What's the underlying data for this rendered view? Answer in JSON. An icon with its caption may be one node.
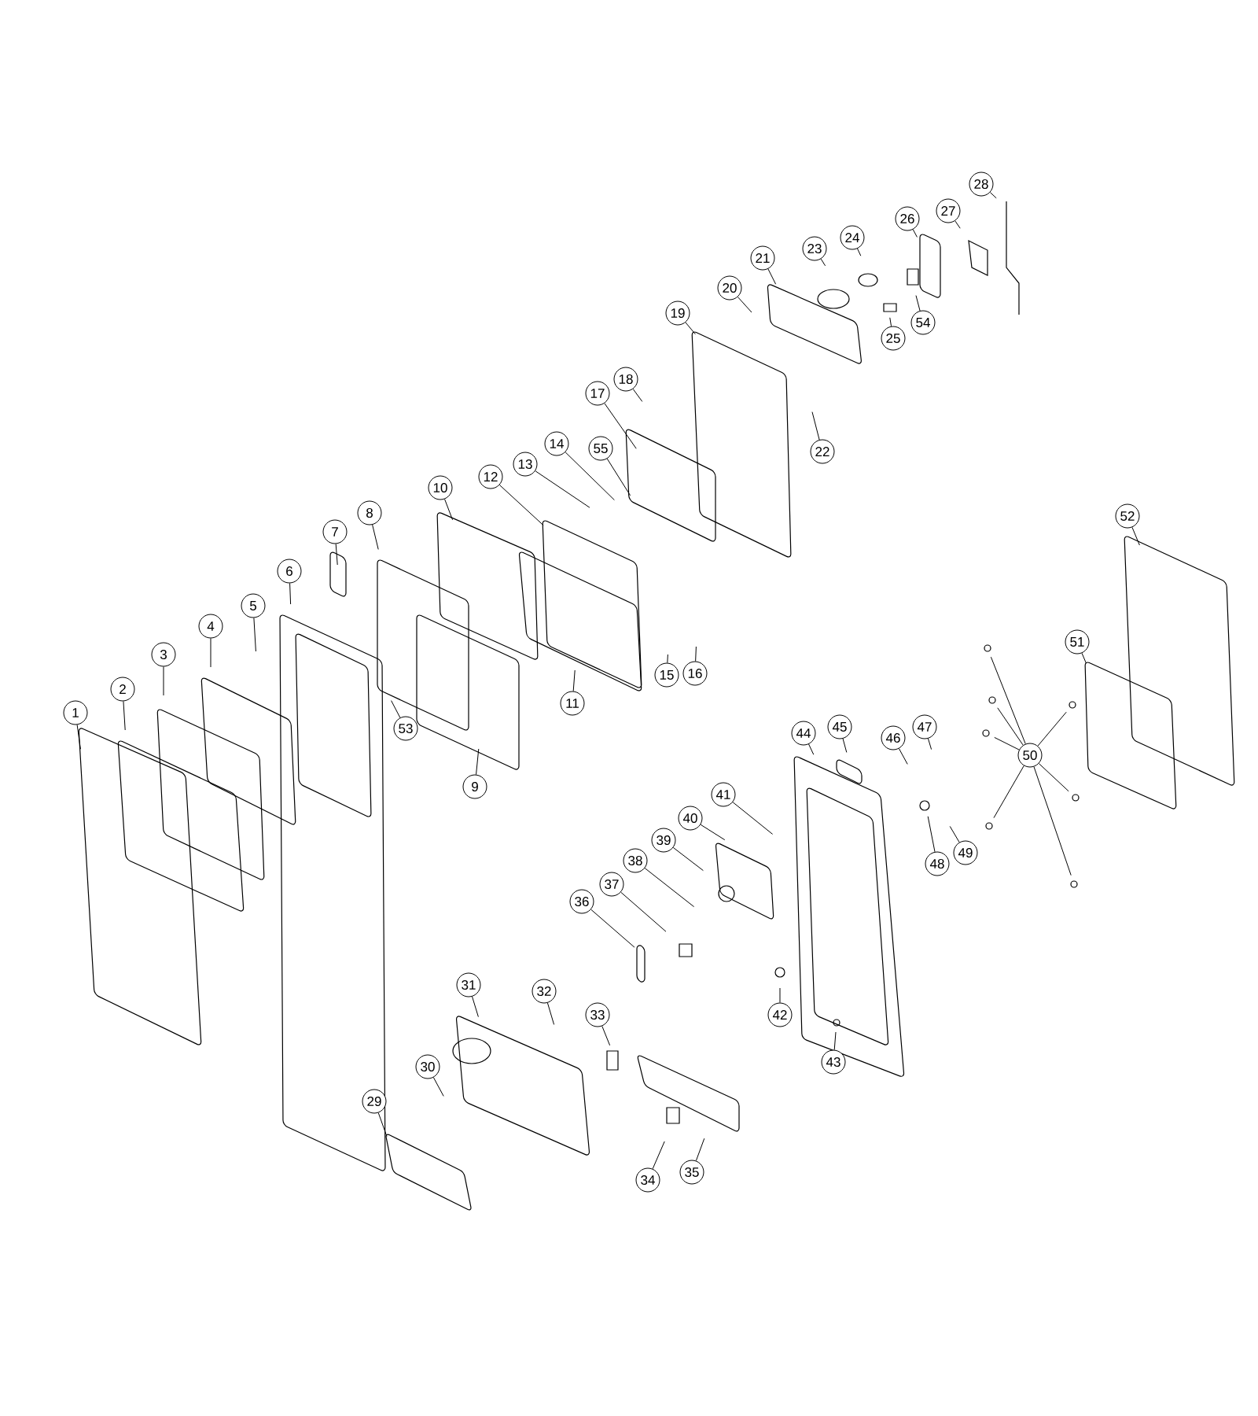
{
  "diagram": {
    "nodes": [
      {
        "text": [
          "1"
        ]
      },
      {
        "text": [
          "2"
        ]
      },
      {
        "text": [
          "3"
        ]
      },
      {
        "text": [
          "4"
        ]
      },
      {
        "text": [
          "5"
        ]
      },
      {
        "text": [
          "6"
        ]
      },
      {
        "text": [
          "7"
        ]
      },
      {
        "text": [
          "8"
        ]
      },
      {
        "text": [
          "9"
        ]
      },
      {
        "text": [
          "10"
        ]
      },
      {
        "text": [
          "11"
        ]
      },
      {
        "text": [
          "12"
        ]
      },
      {
        "text": [
          "13"
        ]
      },
      {
        "text": [
          "14"
        ]
      },
      {
        "text": [
          "15"
        ]
      },
      {
        "text": [
          "16"
        ]
      },
      {
        "text": [
          "17"
        ]
      },
      {
        "text": [
          "18"
        ]
      },
      {
        "text": [
          "19"
        ]
      },
      {
        "text": [
          "20"
        ]
      },
      {
        "text": [
          "21"
        ]
      },
      {
        "text": [
          "22"
        ]
      },
      {
        "text": [
          "23"
        ]
      },
      {
        "text": [
          "24"
        ]
      },
      {
        "text": [
          "25"
        ]
      },
      {
        "text": [
          "26"
        ]
      },
      {
        "text": [
          "27"
        ]
      },
      {
        "text": [
          "28"
        ]
      },
      {
        "text": [
          "29"
        ]
      },
      {
        "text": [
          "30"
        ]
      },
      {
        "text": [
          "31"
        ]
      },
      {
        "text": [
          "32"
        ]
      },
      {
        "text": [
          "33"
        ]
      },
      {
        "text": [
          "34"
        ]
      },
      {
        "text": [
          "35"
        ]
      },
      {
        "text": [
          "36"
        ]
      },
      {
        "text": [
          "37"
        ]
      },
      {
        "text": [
          "38"
        ]
      },
      {
        "text": [
          "39"
        ]
      },
      {
        "text": [
          "40"
        ]
      },
      {
        "text": [
          "41"
        ]
      },
      {
        "text": [
          "42"
        ]
      },
      {
        "text": [
          "43"
        ]
      },
      {
        "text": [
          "44"
        ]
      },
      {
        "text": [
          "45"
        ]
      },
      {
        "text": [
          "46"
        ]
      },
      {
        "text": [
          "47"
        ]
      },
      {
        "text": [
          "48"
        ]
      },
      {
        "text": [
          "49"
        ]
      },
      {
        "text": [
          "50"
        ]
      },
      {
        "text": [
          "51"
        ]
      },
      {
        "text": [
          "52"
        ]
      },
      {
        "text": [
          "53"
        ]
      },
      {
        "text": [
          "54"
        ]
      },
      {
        "text": [
          "55"
        ]
      }
    ],
    "edges": [
      {
        "from": 0,
        "to": null,
        "arrow": "none"
      },
      {
        "from": 1,
        "to": null,
        "arrow": "none"
      },
      {
        "from": 2,
        "to": null,
        "arrow": "none"
      },
      {
        "from": 3,
        "to": null,
        "arrow": "none"
      },
      {
        "from": 4,
        "to": null,
        "arrow": "none"
      },
      {
        "from": 5,
        "to": null,
        "arrow": "none"
      },
      {
        "from": 6,
        "to": null,
        "arrow": "none"
      },
      {
        "from": 7,
        "to": null,
        "arrow": "none"
      },
      {
        "from": 8,
        "to": null,
        "arrow": "none"
      },
      {
        "from": 9,
        "to": null,
        "arrow": "none"
      },
      {
        "from": 10,
        "to": null,
        "arrow": "none"
      },
      {
        "from": 11,
        "to": null,
        "arrow": "none"
      },
      {
        "from": 12,
        "to": null,
        "arrow": "none"
      },
      {
        "from": 13,
        "to": null,
        "arrow": "none"
      },
      {
        "from": 14,
        "to": null,
        "arrow": "none"
      },
      {
        "from": 15,
        "to": null,
        "arrow": "none"
      },
      {
        "from": 16,
        "to": null,
        "arrow": "none"
      },
      {
        "from": 17,
        "to": null,
        "arrow": "none"
      },
      {
        "from": 18,
        "to": null,
        "arrow": "none"
      },
      {
        "from": 19,
        "to": null,
        "arrow": "none"
      },
      {
        "from": 20,
        "to": null,
        "arrow": "none"
      },
      {
        "from": 21,
        "to": null,
        "arrow": "none"
      },
      {
        "from": 22,
        "to": null,
        "arrow": "none"
      },
      {
        "from": 23,
        "to": null,
        "arrow": "none"
      },
      {
        "from": 24,
        "to": null,
        "arrow": "none"
      },
      {
        "from": 25,
        "to": null,
        "arrow": "none"
      },
      {
        "from": 26,
        "to": null,
        "arrow": "none"
      },
      {
        "from": 27,
        "to": null,
        "arrow": "none"
      },
      {
        "from": 28,
        "to": null,
        "arrow": "none"
      },
      {
        "from": 29,
        "to": null,
        "arrow": "none"
      },
      {
        "from": 30,
        "to": null,
        "arrow": "none"
      },
      {
        "from": 31,
        "to": null,
        "arrow": "none"
      },
      {
        "from": 32,
        "to": null,
        "arrow": "none"
      },
      {
        "from": 33,
        "to": null,
        "arrow": "none"
      },
      {
        "from": 34,
        "to": null,
        "arrow": "none"
      },
      {
        "from": 35,
        "to": null,
        "arrow": "none"
      },
      {
        "from": 36,
        "to": null,
        "arrow": "none"
      },
      {
        "from": 37,
        "to": null,
        "arrow": "none"
      },
      {
        "from": 38,
        "to": null,
        "arrow": "none"
      },
      {
        "from": 39,
        "to": null,
        "arrow": "none"
      },
      {
        "from": 40,
        "to": null,
        "arrow": "none"
      },
      {
        "from": 41,
        "to": null,
        "arrow": "none"
      },
      {
        "from": 42,
        "to": null,
        "arrow": "none"
      },
      {
        "from": 43,
        "to": null,
        "arrow": "none"
      },
      {
        "from": 44,
        "to": null,
        "arrow": "none"
      },
      {
        "from": 45,
        "to": null,
        "arrow": "none"
      },
      {
        "from": 46,
        "to": null,
        "arrow": "none"
      },
      {
        "from": 47,
        "to": null,
        "arrow": "none"
      },
      {
        "from": 48,
        "to": null,
        "arrow": "none"
      },
      {
        "from": 49,
        "to": null,
        "arrow": "none"
      },
      {
        "from": 49,
        "to": null,
        "arrow": "none"
      },
      {
        "from": 49,
        "to": null,
        "arrow": "none"
      },
      {
        "from": 49,
        "to": null,
        "arrow": "none"
      },
      {
        "from": 49,
        "to": null,
        "arrow": "none"
      },
      {
        "from": 49,
        "to": null,
        "arrow": "none"
      },
      {
        "from": 49,
        "to": null,
        "arrow": "none"
      },
      {
        "from": 50,
        "to": null,
        "arrow": "none"
      },
      {
        "from": 51,
        "to": null,
        "arrow": "none"
      },
      {
        "from": 52,
        "to": null,
        "arrow": "none"
      },
      {
        "from": 53,
        "to": null,
        "arrow": "none"
      },
      {
        "from": 54,
        "to": null,
        "arrow": "none"
      }
    ]
  }
}
